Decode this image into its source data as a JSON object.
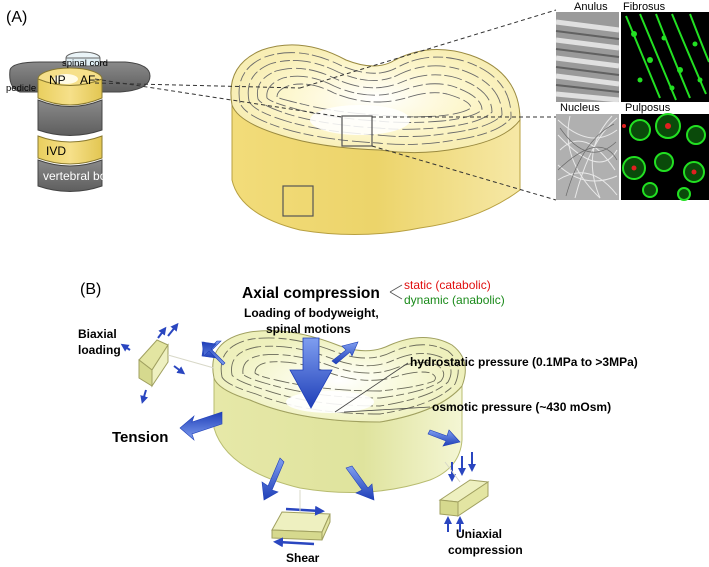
{
  "panel_a": {
    "label": "(A)",
    "spine": {
      "spinal_cord": "spinal cord",
      "pedicle": "pedicle",
      "np": "NP",
      "af": "AF",
      "ivd": "IVD",
      "vertebral_body": "vertebral body"
    },
    "micrographs": {
      "anulus_left": "Anulus",
      "anulus_right": "Fibrosus",
      "nucleus_left": "Nucleus",
      "nucleus_right": "Pulposus"
    }
  },
  "panel_b": {
    "label": "(B)",
    "axial_compression": "Axial compression",
    "static": "static (catabolic)",
    "dynamic": "dynamic (anabolic)",
    "loading_line1": "Loading of bodyweight,",
    "loading_line2": "spinal motions",
    "hydrostatic": "hydrostatic pressure (0.1MPa to >3MPa)",
    "osmotic": "osmotic pressure (~430 mOsm)",
    "biaxial_line1": "Biaxial",
    "biaxial_line2": "loading",
    "tension": "Tension",
    "shear": "Shear",
    "uniaxial_line1": "Uniaxial",
    "uniaxial_line2": "compression"
  },
  "colors": {
    "disc_top": "#fbf3c0",
    "disc_side": "#e9cf5e",
    "disc_b_top": "#f3f3c6",
    "disc_b_side": "#dfe39d",
    "arrow_blue": "#3050c8",
    "static_red": "#e01010",
    "dynamic_green": "#1a8a1a",
    "micro_green": "#20e020",
    "bone_gray": "#777777"
  }
}
